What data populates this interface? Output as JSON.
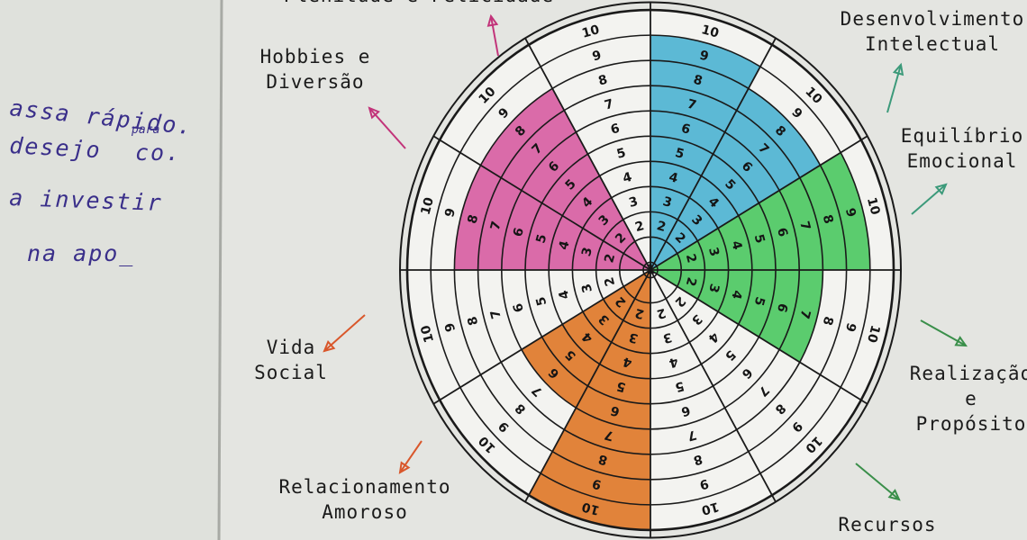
{
  "left_page": {
    "note_lines": [
      "assa rápido.",
      "desejo",
      "a investir",
      "na apo_"
    ],
    "note_superscript": "para",
    "note_fragment": "co."
  },
  "wheel": {
    "center": "1",
    "sectors": [
      {
        "label": [
          "Desenvolvimento",
          "Intelectual"
        ],
        "score": 9,
        "color": "#4fb4d3",
        "arrow_color": "#3c9a7a"
      },
      {
        "label": [
          "Equilíbrio",
          "Emocional"
        ],
        "score": 8,
        "color": "#4fb4d3",
        "arrow_color": "#3c9a7a"
      },
      {
        "label": [
          "Realização",
          "e",
          "Propósito"
        ],
        "score": 9,
        "color": "#4ec963",
        "arrow_color": "#3a8f4a"
      },
      {
        "label": [
          "Recursos"
        ],
        "score": 7,
        "color": "#4ec963",
        "arrow_color": "#3a8f4a"
      },
      {
        "label": [
          ""
        ],
        "score": 0,
        "color": "",
        "arrow_color": ""
      },
      {
        "label": [
          ""
        ],
        "score": 0,
        "color": "",
        "arrow_color": ""
      },
      {
        "label": [
          "Relacionamento",
          "Amoroso"
        ],
        "score": 10,
        "color": "#e07a2a",
        "arrow_color": "#d9572b"
      },
      {
        "label": [
          "Vida",
          "Social"
        ],
        "score": 6,
        "color": "#e07a2a",
        "arrow_color": "#d9572b"
      },
      {
        "label": [
          ""
        ],
        "score": 0,
        "color": "",
        "arrow_color": ""
      },
      {
        "label": [
          "Hobbies e",
          "Diversão"
        ],
        "score": 8,
        "color": "#d85fa3",
        "arrow_color": "#c2347a"
      },
      {
        "label": [
          "Plenitude e Felicidade"
        ],
        "score": 8,
        "color": "#d85fa3",
        "arrow_color": "#c2347a"
      },
      {
        "label": [
          ""
        ],
        "score": 0,
        "color": "",
        "arrow_color": ""
      }
    ]
  }
}
